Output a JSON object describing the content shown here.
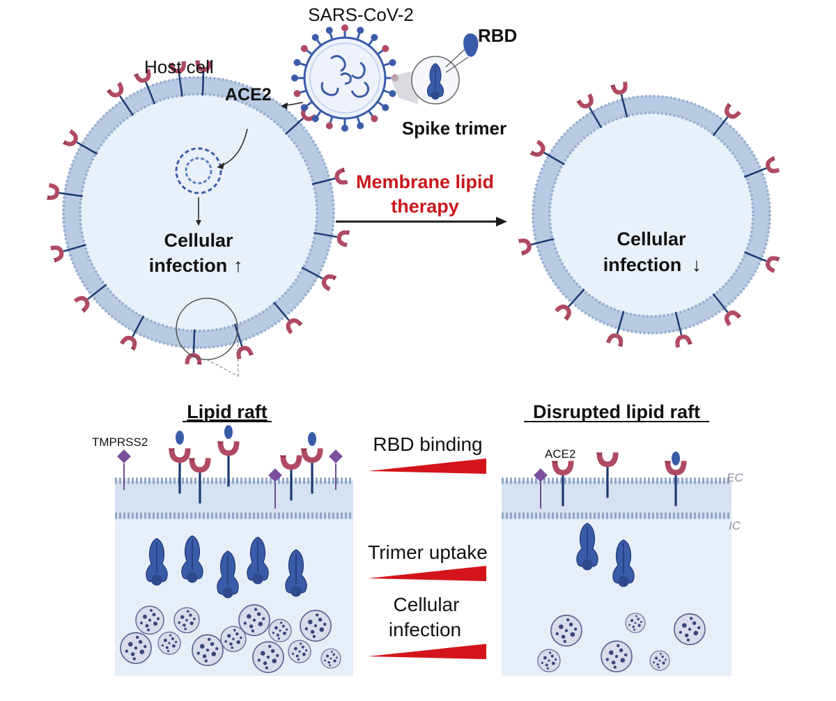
{
  "top": {
    "virus_label": "SARS-CoV-2",
    "rbd_label": "RBD",
    "host_cell_label": "Host cell",
    "ace2_label": "ACE2",
    "spike_label": "Spike trimer",
    "therapy_line1": "Membrane lipid",
    "therapy_line2": "therapy",
    "left_cell_line1": "Cellular",
    "left_cell_line2": "infection",
    "left_arrow": "↑",
    "right_cell_line1": "Cellular",
    "right_cell_line2": "infection",
    "right_arrow": "↓"
  },
  "bottom": {
    "left_title": "Lipid raft",
    "right_title": "Disrupted lipid raft",
    "tmprss2_label": "TMPRSS2",
    "ace2_label": "ACE2",
    "ec_label": "EC",
    "ic_label": "IC",
    "wedge1": "RBD binding",
    "wedge2": "Trimer uptake",
    "wedge3_line1": "Cellular",
    "wedge3_line2": "infection"
  },
  "colors": {
    "cell_fill": "#e8f0f9",
    "membrane_head": "#8fa6c6",
    "receptor": "#b04a63",
    "spike": "#3a5ba8",
    "therapy_text": "#c8171c",
    "wedge": "#d4141b"
  }
}
